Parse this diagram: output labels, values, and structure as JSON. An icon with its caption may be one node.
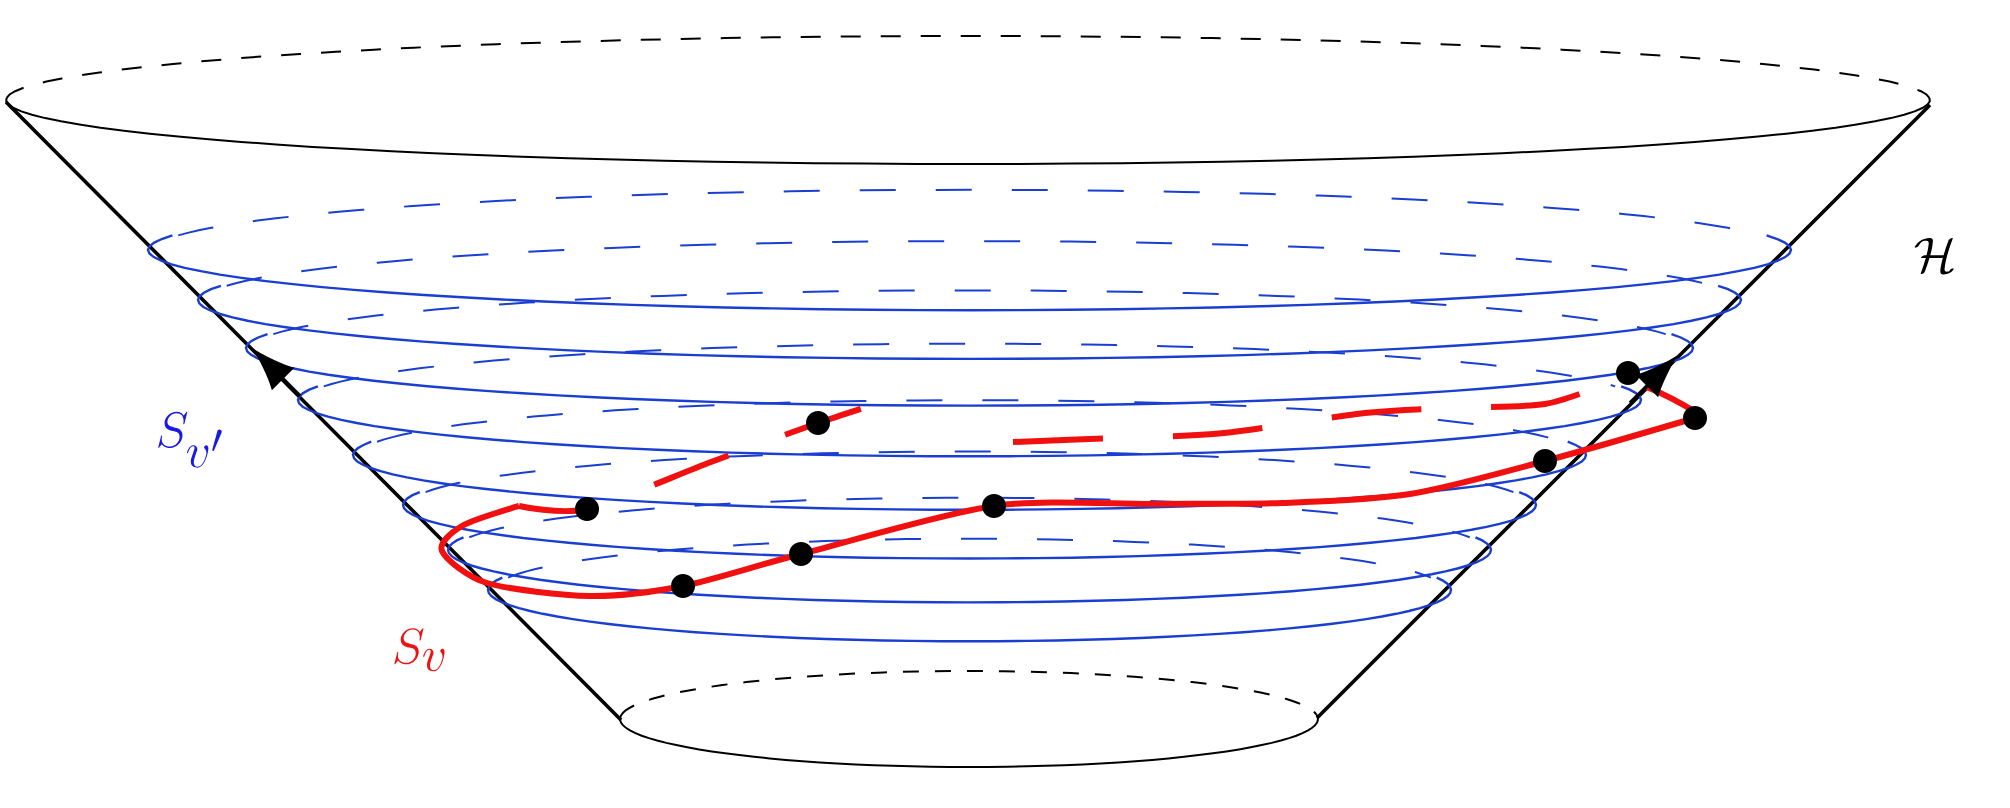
{
  "diagram": {
    "labels": [
      "\\mathcal{H}",
      "S_{v'}",
      "S_v"
    ]
  }
}
